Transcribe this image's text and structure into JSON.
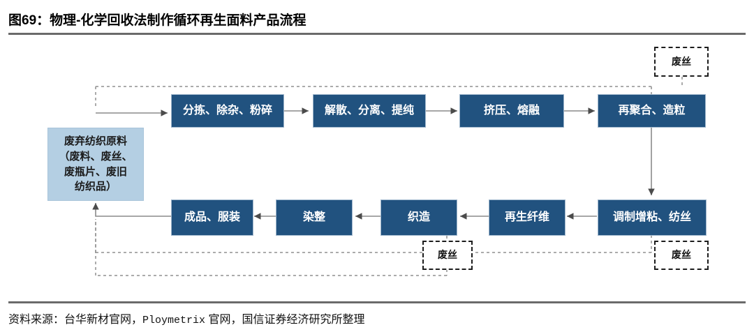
{
  "header": {
    "title": "图69：物理-化学回收法制作循环再生面料产品流程"
  },
  "footer": {
    "source_prefix": "资料来源：台华新材官网，",
    "source_mono": "Ploymetrix",
    "source_suffix": " 官网，国信证券经济研究所整理"
  },
  "colors": {
    "process_fill": "#21527f",
    "process_text": "#ffffff",
    "input_fill": "#b4cfe3",
    "input_text": "#1b1b1b",
    "waste_border": "#1d1d1d",
    "connector": "#6f6f6f",
    "rule": "#6a6a6a"
  },
  "diagram": {
    "type": "process-flowchart",
    "input_node": {
      "label": "废弃纺织原料\n（废料、废丝、\n废瓶片、废旧\n纺织品）",
      "line1": "废弃纺织原料",
      "line2": "（废料、废丝、",
      "line3": "废瓶片、废旧",
      "line4": "纺织品）"
    },
    "top_row": [
      {
        "id": "sort",
        "label": "分拣、除杂、粉碎"
      },
      {
        "id": "separate",
        "label": "解散、分离、提纯"
      },
      {
        "id": "extrude",
        "label": "挤压、熔融"
      },
      {
        "id": "repolymerize",
        "label": "再聚合、造粒"
      }
    ],
    "bottom_row": [
      {
        "id": "finished",
        "label": "成品、服装"
      },
      {
        "id": "dyeing",
        "label": "染整"
      },
      {
        "id": "weaving",
        "label": "织造"
      },
      {
        "id": "recycled-fiber",
        "label": "再生纤维"
      },
      {
        "id": "spinning",
        "label": "调制增粘、纺丝"
      }
    ],
    "waste_nodes": [
      {
        "id": "waste-top-right",
        "label": "废丝"
      },
      {
        "id": "waste-bottom-mid",
        "label": "废丝"
      },
      {
        "id": "waste-bottom-right",
        "label": "废丝"
      }
    ],
    "flow_sequence": [
      "废弃纺织原料（废料、废丝、废瓶片、废旧纺织品）",
      "分拣、除杂、粉碎",
      "解散、分离、提纯",
      "挤压、熔融",
      "再聚合、造粒",
      "调制增粘、纺丝",
      "再生纤维",
      "织造",
      "染整",
      "成品、服装"
    ],
    "recycle_returns": [
      "废丝 → 废弃纺织原料",
      "成品、服装 → 废弃纺织原料"
    ]
  }
}
